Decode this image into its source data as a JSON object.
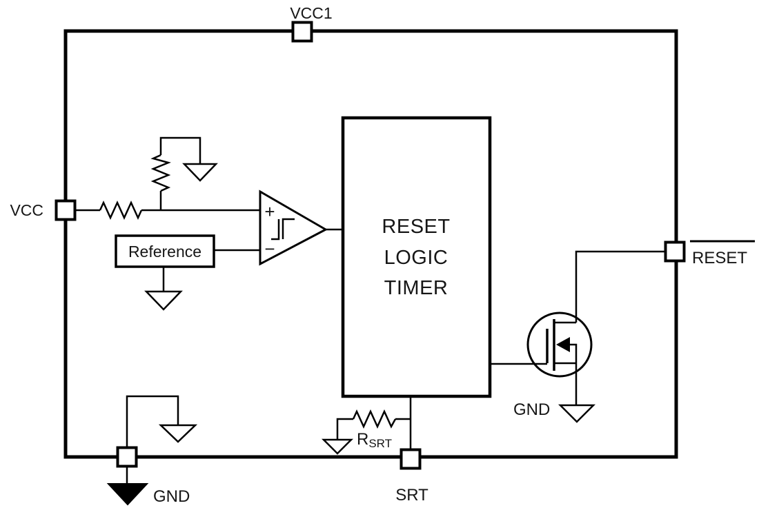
{
  "diagram": {
    "colors": {
      "line": "#000000",
      "text": "#161616",
      "background": "#ffffff"
    },
    "pins": {
      "vcc1": {
        "label": "VCC1"
      },
      "vcc": {
        "label": "VCC"
      },
      "gnd": {
        "label": "GND"
      },
      "srt": {
        "label": "SRT"
      },
      "reset": {
        "label": "RESET",
        "active_low": true
      }
    },
    "blocks": {
      "reference": {
        "label": "Reference"
      },
      "reset_logic_timer": {
        "lines": [
          "RESET",
          "LOGIC",
          "TIMER"
        ]
      }
    },
    "comparator": {
      "plus": "+",
      "minus": "−"
    },
    "resistors": {
      "rsrt": {
        "name": "R",
        "subscript": "SRT"
      }
    },
    "mosfet": {
      "source_label": "GND"
    }
  }
}
